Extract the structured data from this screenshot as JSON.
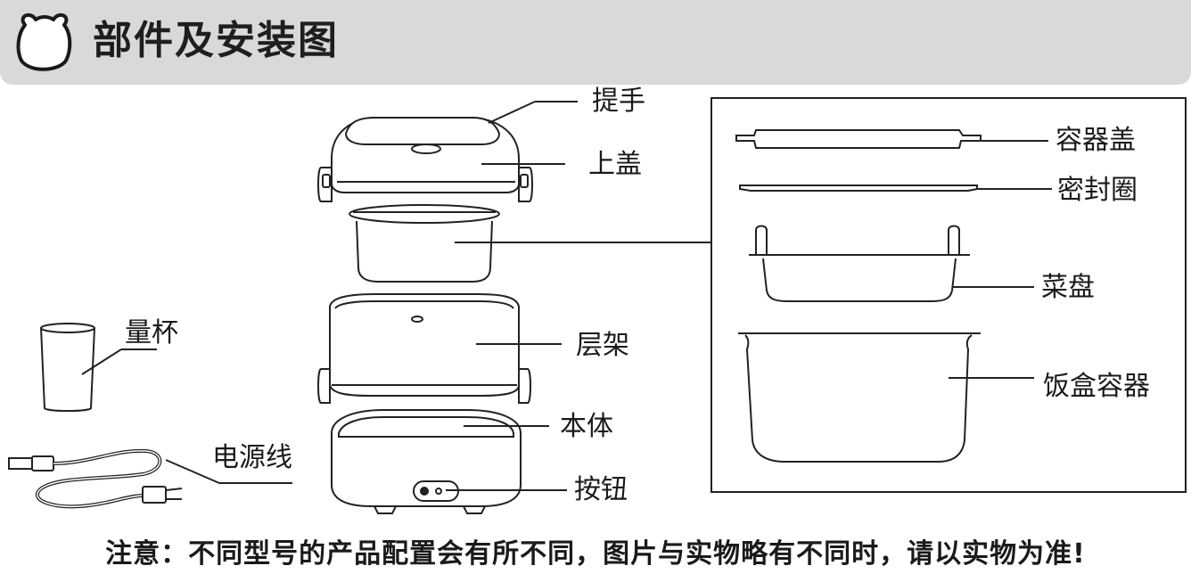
{
  "header": {
    "title": "部件及安装图",
    "icon": "bear-head-icon"
  },
  "labels": {
    "handle": "提手",
    "top_lid": "上盖",
    "measuring_cup": "量杯",
    "layer_rack": "层架",
    "main_body": "本体",
    "power_cord": "电源线",
    "button": "按钮",
    "container_lid": "容器盖",
    "seal_ring": "密封圈",
    "dish_tray": "菜盘",
    "rice_container": "饭盒容器"
  },
  "note": "注意：不同型号的产品配置会有所不同，图片与实物略有不同时，请以实物为准!",
  "colors": {
    "header_bg": "#d9d9d9",
    "line": "#222222"
  }
}
